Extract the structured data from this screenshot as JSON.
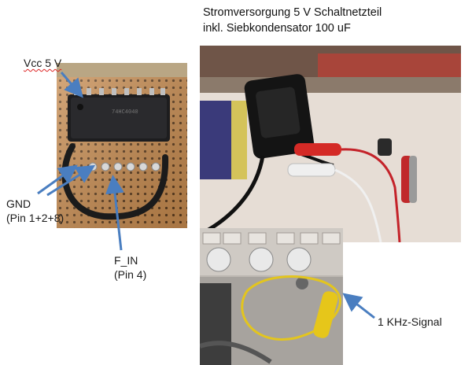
{
  "header": {
    "line1": "Stromversorgung 5 V Schaltnetzteil",
    "line2": "inkl. Siebkondensator 100 uF"
  },
  "labels": {
    "vcc": "Vcc 5 V",
    "gnd": "GND",
    "gnd_pins": "(Pin 1+2+8)",
    "fin": "F_IN",
    "fin_pin": "(Pin 4)",
    "signal": "1 KHz-Signal"
  },
  "colors": {
    "arrow": "#4a7ec0",
    "board": "#c68a4e",
    "background": "#ffffff"
  }
}
